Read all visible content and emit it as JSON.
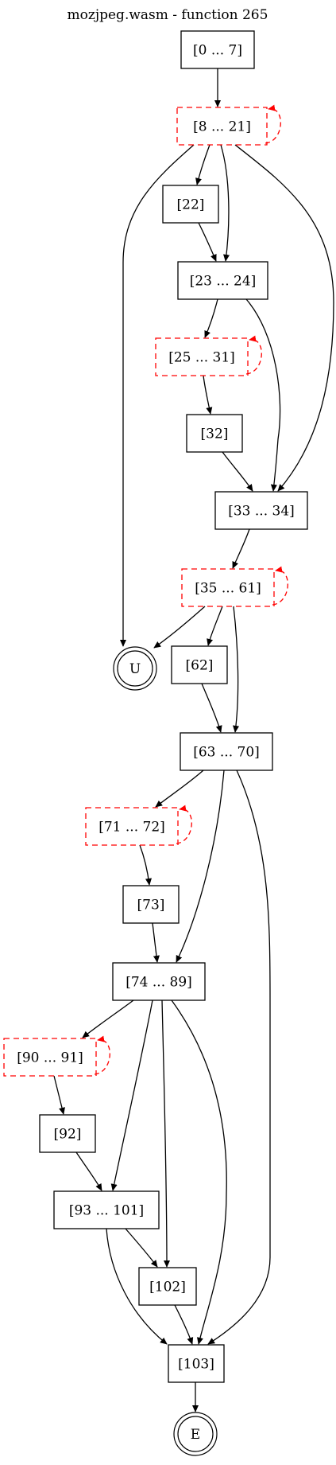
{
  "graph": {
    "title": "mozjpeg.wasm - function 265"
  },
  "colors": {
    "node_stroke": "#000000",
    "loop_stroke": "#ff0000",
    "edge": "#000000",
    "loop_edge": "#ff0000"
  },
  "nodes": [
    {
      "id": "n0",
      "label": "[0 ... 7]",
      "kind": "block"
    },
    {
      "id": "n8",
      "label": "[8 ... 21]",
      "kind": "loop"
    },
    {
      "id": "n22",
      "label": "[22]",
      "kind": "block"
    },
    {
      "id": "n23",
      "label": "[23 ... 24]",
      "kind": "block"
    },
    {
      "id": "n25",
      "label": "[25 ... 31]",
      "kind": "loop"
    },
    {
      "id": "n32",
      "label": "[32]",
      "kind": "block"
    },
    {
      "id": "n33",
      "label": "[33 ... 34]",
      "kind": "block"
    },
    {
      "id": "n35",
      "label": "[35 ... 61]",
      "kind": "loop"
    },
    {
      "id": "nU",
      "label": "U",
      "kind": "terminal"
    },
    {
      "id": "n62",
      "label": "[62]",
      "kind": "block"
    },
    {
      "id": "n63",
      "label": "[63 ... 70]",
      "kind": "block"
    },
    {
      "id": "n71",
      "label": "[71 ... 72]",
      "kind": "loop"
    },
    {
      "id": "n73",
      "label": "[73]",
      "kind": "block"
    },
    {
      "id": "n74",
      "label": "[74 ... 89]",
      "kind": "block"
    },
    {
      "id": "n90",
      "label": "[90 ... 91]",
      "kind": "loop"
    },
    {
      "id": "n92",
      "label": "[92]",
      "kind": "block"
    },
    {
      "id": "n93",
      "label": "[93 ... 101]",
      "kind": "block"
    },
    {
      "id": "n102",
      "label": "[102]",
      "kind": "block"
    },
    {
      "id": "n103",
      "label": "[103]",
      "kind": "block"
    },
    {
      "id": "nE",
      "label": "E",
      "kind": "terminal"
    }
  ],
  "edges": [
    {
      "from": "n0",
      "to": "n8"
    },
    {
      "from": "n8",
      "to": "n8",
      "self_loop": true
    },
    {
      "from": "n8",
      "to": "n22"
    },
    {
      "from": "n8",
      "to": "n23"
    },
    {
      "from": "n8",
      "to": "n33"
    },
    {
      "from": "n8",
      "to": "nU"
    },
    {
      "from": "n22",
      "to": "n23"
    },
    {
      "from": "n23",
      "to": "n25"
    },
    {
      "from": "n23",
      "to": "n33"
    },
    {
      "from": "n25",
      "to": "n25",
      "self_loop": true
    },
    {
      "from": "n25",
      "to": "n32"
    },
    {
      "from": "n32",
      "to": "n33"
    },
    {
      "from": "n33",
      "to": "n35"
    },
    {
      "from": "n35",
      "to": "n35",
      "self_loop": true
    },
    {
      "from": "n35",
      "to": "nU"
    },
    {
      "from": "n35",
      "to": "n62"
    },
    {
      "from": "n35",
      "to": "n63"
    },
    {
      "from": "n62",
      "to": "n63"
    },
    {
      "from": "n63",
      "to": "n71"
    },
    {
      "from": "n63",
      "to": "n74"
    },
    {
      "from": "n63",
      "to": "n103"
    },
    {
      "from": "n71",
      "to": "n71",
      "self_loop": true
    },
    {
      "from": "n71",
      "to": "n73"
    },
    {
      "from": "n73",
      "to": "n74"
    },
    {
      "from": "n74",
      "to": "n90"
    },
    {
      "from": "n74",
      "to": "n93"
    },
    {
      "from": "n74",
      "to": "n102"
    },
    {
      "from": "n74",
      "to": "n103"
    },
    {
      "from": "n90",
      "to": "n90",
      "self_loop": true
    },
    {
      "from": "n90",
      "to": "n92"
    },
    {
      "from": "n92",
      "to": "n93"
    },
    {
      "from": "n93",
      "to": "n102"
    },
    {
      "from": "n93",
      "to": "n103"
    },
    {
      "from": "n102",
      "to": "n103"
    },
    {
      "from": "n103",
      "to": "nE"
    }
  ]
}
